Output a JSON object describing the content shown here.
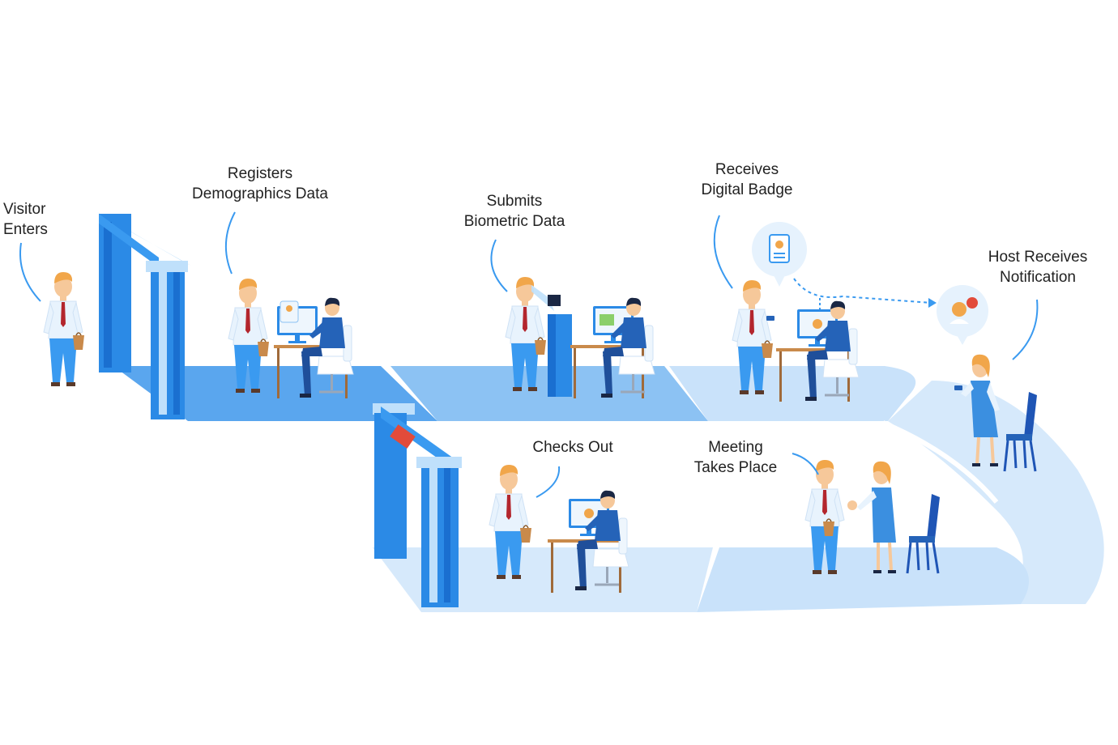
{
  "steps": {
    "visitor_enters": "Visitor\nEnters",
    "registers": "Registers\nDemographics Data",
    "biometric": "Submits\nBiometric Data",
    "badge": "Receives\nDigital Badge",
    "host": "Host Receives\nNotification",
    "checks_out": "Checks Out",
    "meeting": "Meeting\nTakes Place"
  },
  "colors": {
    "floor_dark": "#5aa6ee",
    "floor_mid": "#8cc2f3",
    "floor_light": "#c9e2fa",
    "gate_blue": "#2b8ae6",
    "gate_light": "#bfe0fb",
    "shirt": "#e8f3fd",
    "trousers": "#3a9af0",
    "suit": "#2563b8",
    "tie": "#b3262d",
    "hair": "#f1a64a",
    "skin": "#f6c89a",
    "dress": "#3b8fe0",
    "chair": "#1f55b5",
    "badge_red": "#e24b3a"
  },
  "icons": [
    "gate-icon",
    "computer-icon",
    "biometric-scanner-icon",
    "digital-badge-icon",
    "notification-icon",
    "chair-icon"
  ]
}
